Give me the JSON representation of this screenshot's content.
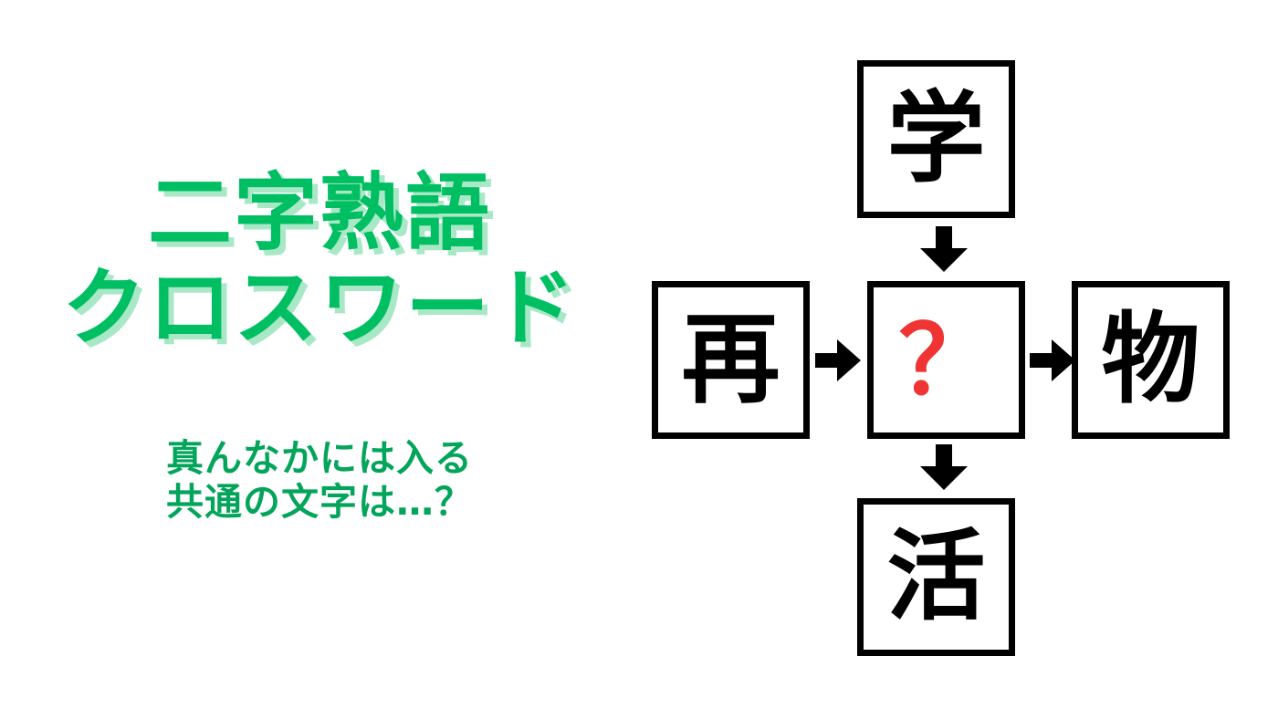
{
  "title": {
    "line1": "二字熟語",
    "line2": "クロスワード",
    "color": "#00bf63",
    "shadow_color": "#a9e8c6"
  },
  "subtitle": {
    "line1": "真んなかには入る",
    "line2": "共通の文字は…？",
    "color": "#03a55a"
  },
  "puzzle": {
    "cells": {
      "top": "学",
      "left": "再",
      "center": "？",
      "right": "物",
      "bottom": "活"
    },
    "answer_color": "#f03434",
    "border_color": "#000000"
  },
  "arrows": {
    "top_to_center": "arrow-down-icon",
    "center_to_bottom": "arrow-down-icon",
    "left_to_center": "arrow-right-icon",
    "center_to_right": "arrow-right-icon"
  }
}
